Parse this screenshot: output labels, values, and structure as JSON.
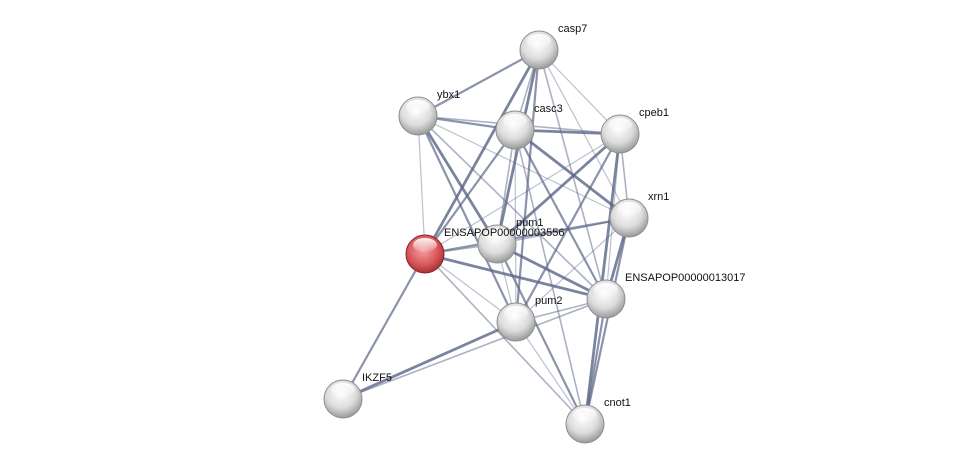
{
  "network": {
    "query_node": "ENSAPOP00000003556",
    "nodes": [
      {
        "id": "casp7",
        "label": "casp7",
        "query": false
      },
      {
        "id": "ybx1",
        "label": "ybx1",
        "query": false
      },
      {
        "id": "casc3",
        "label": "casc3",
        "query": false
      },
      {
        "id": "cpeb1",
        "label": "cpeb1",
        "query": false
      },
      {
        "id": "xrn1",
        "label": "xrn1",
        "query": false
      },
      {
        "id": "ens3556",
        "label": "ENSAPOP00000003556",
        "query": true
      },
      {
        "id": "pum1",
        "label": "pum1",
        "query": false
      },
      {
        "id": "ens13017",
        "label": "ENSAPOP00000013017",
        "query": false
      },
      {
        "id": "pum2",
        "label": "pum2",
        "query": false
      },
      {
        "id": "ikzf5",
        "label": "IKZF5",
        "query": false
      },
      {
        "id": "cnot1",
        "label": "cnot1",
        "query": false
      }
    ],
    "edges": [
      [
        "casp7",
        "ybx1"
      ],
      [
        "casp7",
        "casc3"
      ],
      [
        "casp7",
        "cpeb1"
      ],
      [
        "casp7",
        "pum1"
      ],
      [
        "casp7",
        "pum2"
      ],
      [
        "casp7",
        "ens13017"
      ],
      [
        "casp7",
        "xrn1"
      ],
      [
        "casp7",
        "ens3556"
      ],
      [
        "ybx1",
        "casc3"
      ],
      [
        "ybx1",
        "cpeb1"
      ],
      [
        "ybx1",
        "ens3556"
      ],
      [
        "ybx1",
        "pum1"
      ],
      [
        "ybx1",
        "pum2"
      ],
      [
        "ybx1",
        "ens13017"
      ],
      [
        "ybx1",
        "xrn1"
      ],
      [
        "casc3",
        "cpeb1"
      ],
      [
        "casc3",
        "ens3556"
      ],
      [
        "casc3",
        "pum1"
      ],
      [
        "casc3",
        "pum2"
      ],
      [
        "casc3",
        "xrn1"
      ],
      [
        "casc3",
        "ens13017"
      ],
      [
        "casc3",
        "cnot1"
      ],
      [
        "cpeb1",
        "ens3556"
      ],
      [
        "cpeb1",
        "pum1"
      ],
      [
        "cpeb1",
        "pum2"
      ],
      [
        "cpeb1",
        "xrn1"
      ],
      [
        "cpeb1",
        "ens13017"
      ],
      [
        "cpeb1",
        "cnot1"
      ],
      [
        "xrn1",
        "ens3556"
      ],
      [
        "xrn1",
        "pum1"
      ],
      [
        "xrn1",
        "pum2"
      ],
      [
        "xrn1",
        "ens13017"
      ],
      [
        "xrn1",
        "cnot1"
      ],
      [
        "ens3556",
        "pum1"
      ],
      [
        "ens3556",
        "pum2"
      ],
      [
        "ens3556",
        "ens13017"
      ],
      [
        "ens3556",
        "ikzf5"
      ],
      [
        "ens3556",
        "cnot1"
      ],
      [
        "pum1",
        "pum2"
      ],
      [
        "pum1",
        "ens13017"
      ],
      [
        "pum1",
        "cnot1"
      ],
      [
        "pum2",
        "ens13017"
      ],
      [
        "pum2",
        "cnot1"
      ],
      [
        "pum2",
        "ikzf5"
      ],
      [
        "ens13017",
        "cnot1"
      ],
      [
        "ens13017",
        "ikzf5"
      ]
    ],
    "colors": {
      "query": "#d9575a",
      "node": "#e6e6e6",
      "edge": "#5a6587"
    }
  }
}
